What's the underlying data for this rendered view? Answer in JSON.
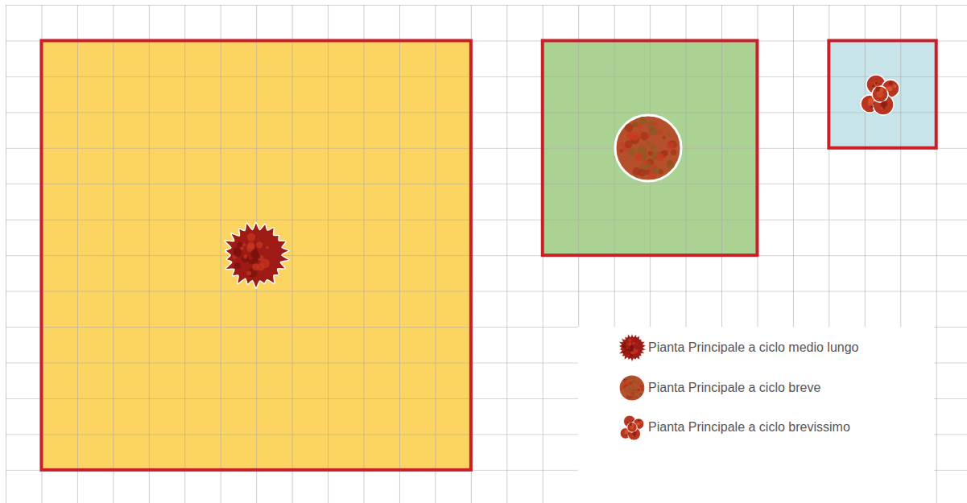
{
  "diagram": {
    "legend": [
      {
        "text": "Pianta Principale a ciclo medio lungo"
      },
      {
        "text": "Pianta Principale a ciclo breve"
      },
      {
        "text": "Pianta Principale a ciclo brevissimo"
      }
    ]
  }
}
